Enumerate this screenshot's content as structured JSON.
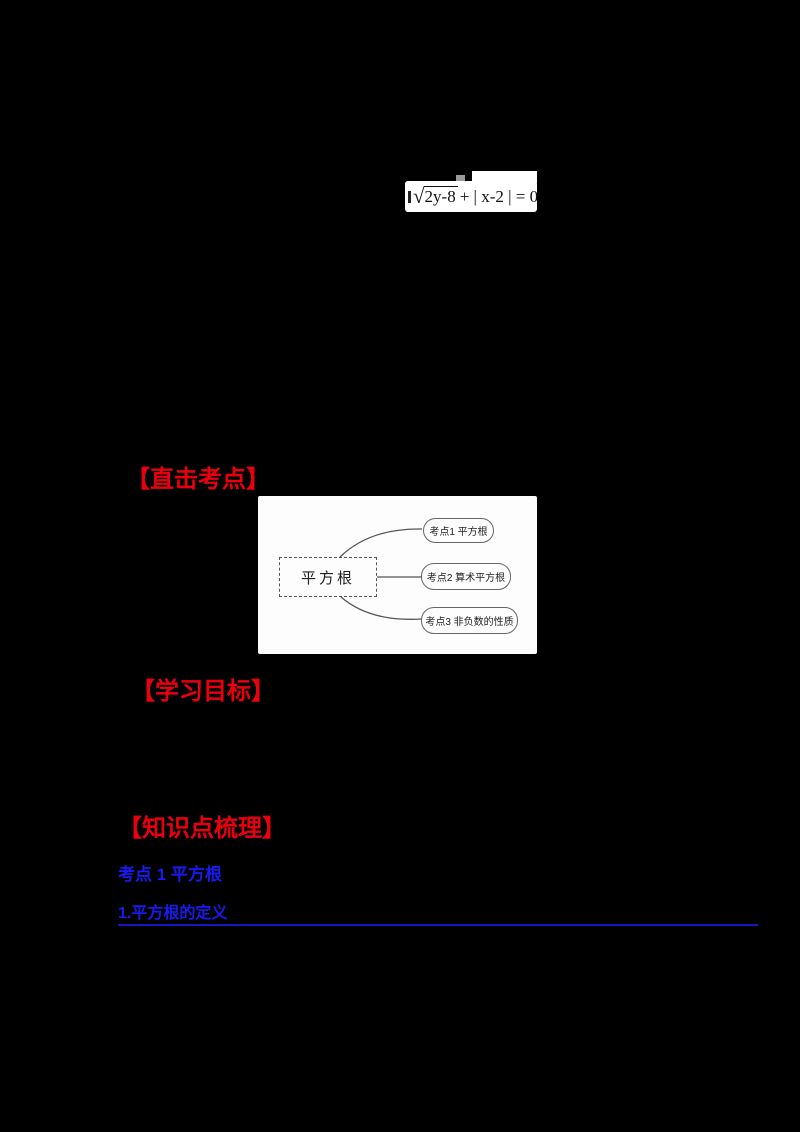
{
  "colors": {
    "background": "#000000",
    "accent_red": "#e8000f",
    "accent_blue": "#1a1af0",
    "underline_blue": "#1518c0",
    "grey_bar": "#4b4b4b",
    "panel_bg": "#fdfdfd"
  },
  "formula": {
    "radical_sign": "√",
    "radicand": "2y-8",
    "rest": "+ | x-2 | = 0"
  },
  "sections": {
    "section1_title": "【直击考点】",
    "section2_title": "【学习目标】",
    "section3_title": "【知识点梳理】"
  },
  "mindmap": {
    "root_label": "平方根",
    "nodes": [
      {
        "label": "考点1  平方根"
      },
      {
        "label": "考点2 算术平方根"
      },
      {
        "label": "考点3 非负数的性质"
      }
    ]
  },
  "knowledge": {
    "exam_point_title": "考点 1 平方根",
    "item1_title": "1.平方根的定义"
  }
}
